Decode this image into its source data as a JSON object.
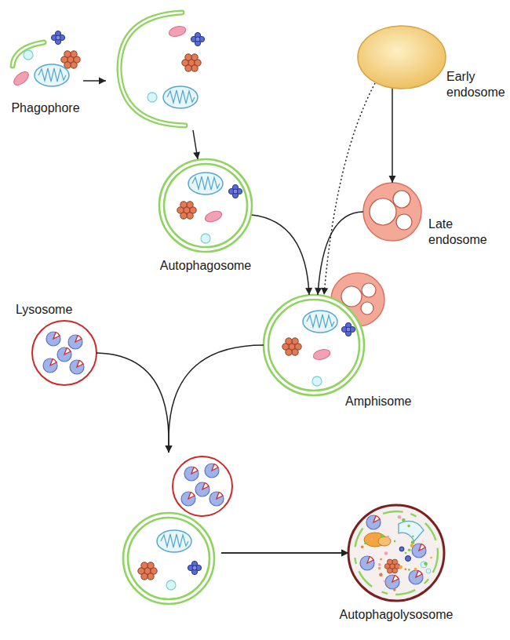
{
  "diagram": {
    "nodes": [
      {
        "text": [
          "Phagophore"
        ]
      },
      {
        "text": [
          "Early endosome"
        ]
      },
      {
        "text": [
          "Autophagosome"
        ]
      },
      {
        "text": [
          "Late endosome"
        ]
      },
      {
        "text": [
          "Lysosome"
        ]
      },
      {
        "text": [
          "Amphisome"
        ]
      },
      {
        "text": [
          "Autophagolysosome"
        ]
      }
    ],
    "edges": [
      {
        "from": 0,
        "to": 2,
        "arrow": "to"
      },
      {
        "from": 1,
        "to": 3,
        "arrow": "to"
      },
      {
        "from": 2,
        "to": 5,
        "arrow": "to"
      },
      {
        "from": 3,
        "to": 5,
        "arrow": "to"
      },
      {
        "from": 1,
        "to": 5,
        "arrow": "to"
      },
      {
        "from": 4,
        "to": 6,
        "arrow": "to"
      },
      {
        "from": 5,
        "to": 6,
        "arrow": "to"
      }
    ]
  }
}
